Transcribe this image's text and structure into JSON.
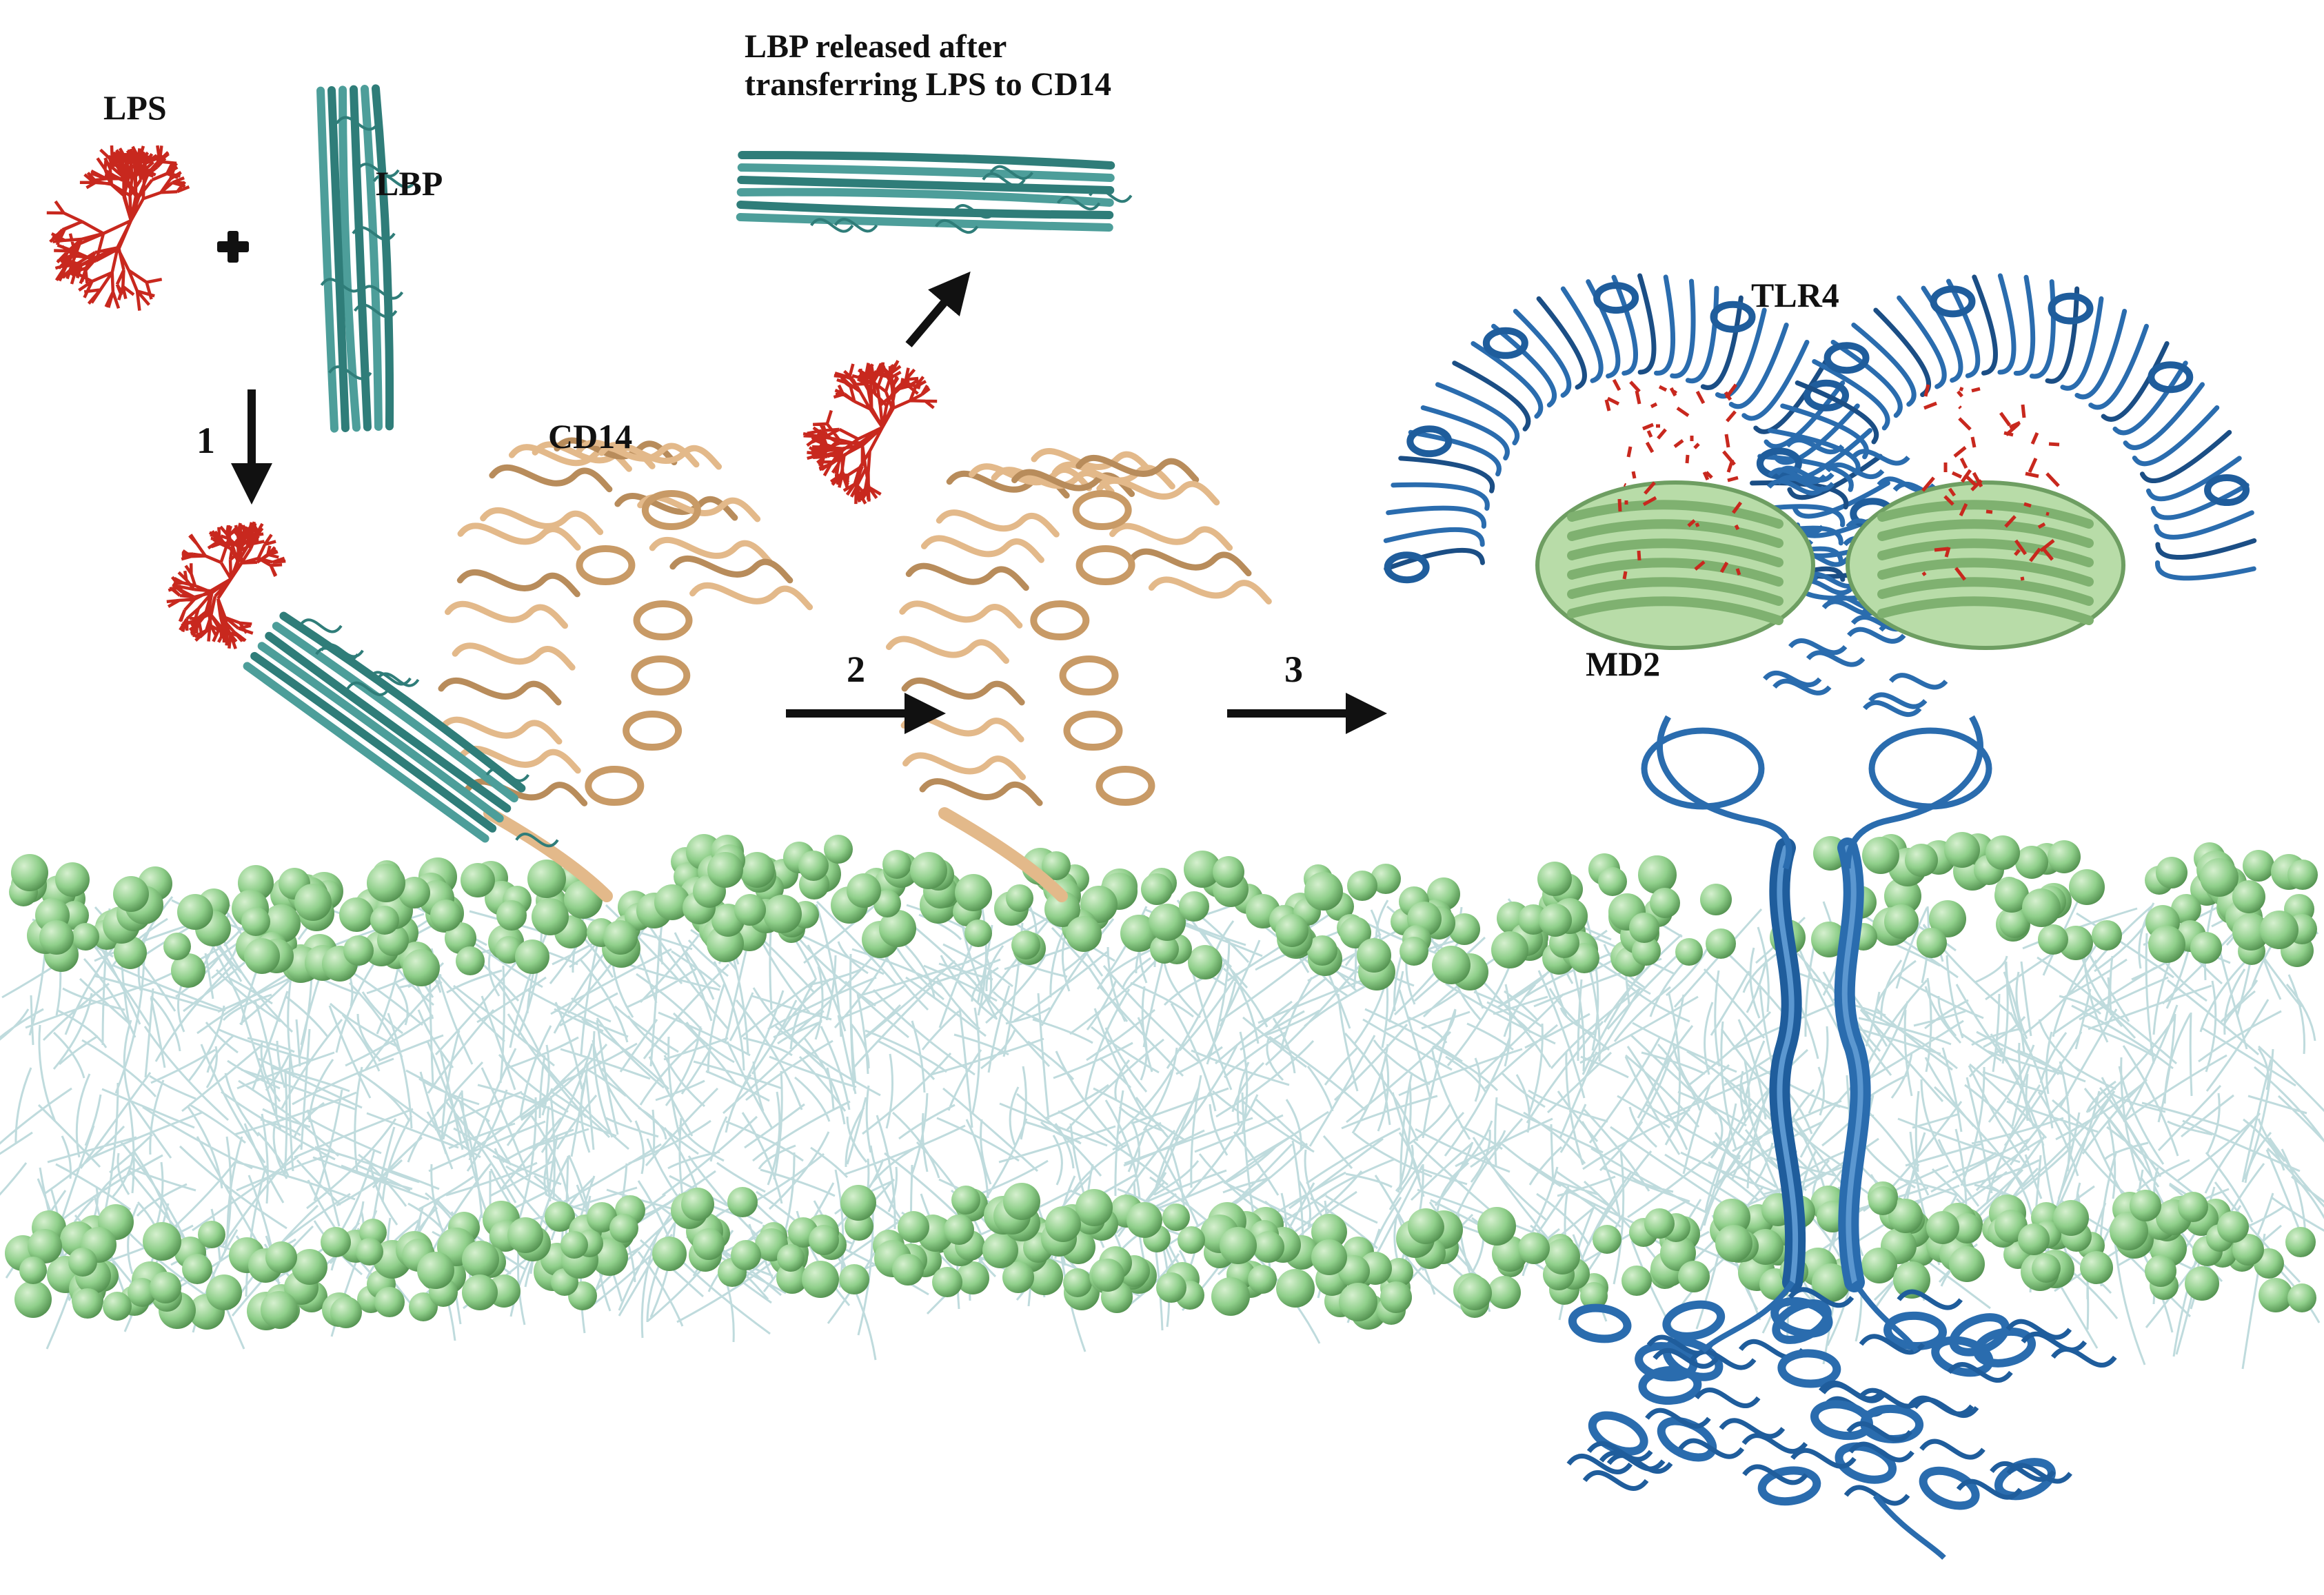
{
  "labels": {
    "lps": "LPS",
    "lbp": "LBP",
    "cd14": "CD14",
    "tlr4": "TLR4",
    "md2": "MD2",
    "lbp_released_line1": "LBP released after",
    "lbp_released_line2": "transferring  LPS to CD14"
  },
  "steps": {
    "step1": "1",
    "step2": "2",
    "step3": "3"
  },
  "colors": {
    "lps": "#c8281e",
    "lbp": "#4d9e9a",
    "cd14": "#e3b98a",
    "tlr4": "#2a6cae",
    "md2": "#9ccc8e",
    "head_group": "#8fcf8a",
    "lipid_tail": "#a9cfd2",
    "arrow": "#111111"
  },
  "icons": {
    "plus": "plus-icon",
    "arrow": "arrow-icon"
  }
}
